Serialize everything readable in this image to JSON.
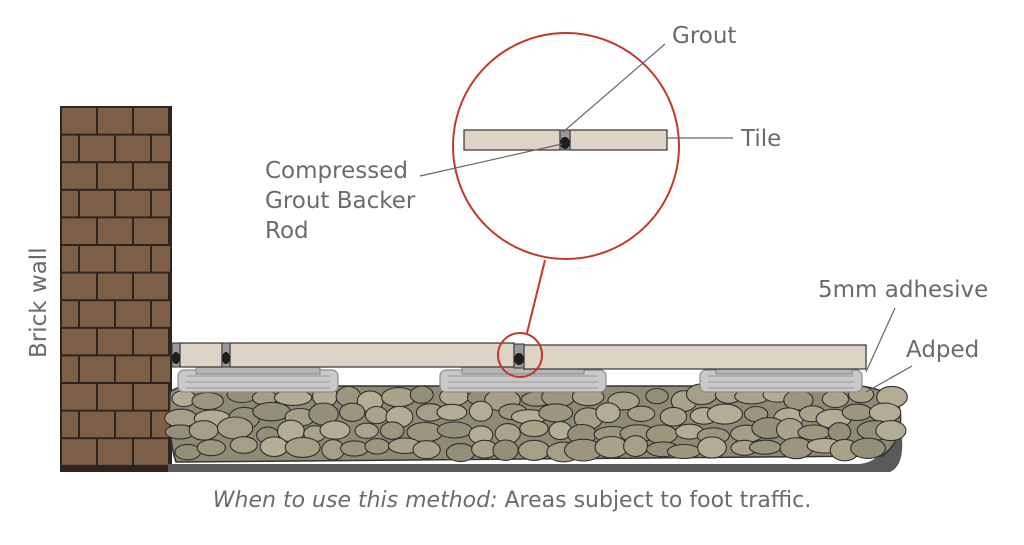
{
  "labels": {
    "grout": "Grout",
    "tile": "Tile",
    "backer_line1": "Compressed",
    "backer_line2": "Grout Backer",
    "backer_line3": "Rod",
    "brick_wall": "Brick wall",
    "adhesive": "5mm adhesive",
    "adped": "Adped"
  },
  "caption": {
    "prefix": "When to use this method:",
    "text": " Areas subject to foot traffic."
  },
  "colors": {
    "brick": "#7e6049",
    "mortar": "#2e2520",
    "tile": "#ddd4c6",
    "stone": "#a59f87",
    "callout": "#c0392b",
    "text": "#6b6b6b"
  }
}
